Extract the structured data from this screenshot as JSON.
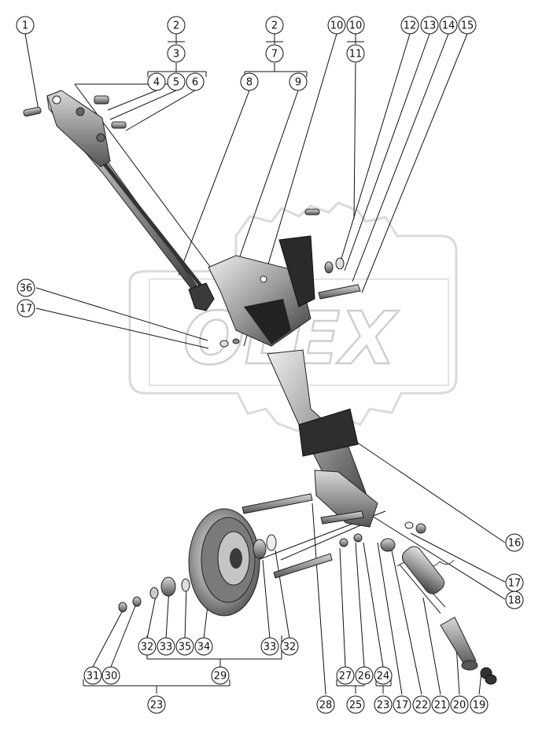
{
  "diagram": {
    "watermark_text": "OLEX",
    "callouts": [
      {
        "id": "c1",
        "label": "1"
      },
      {
        "id": "c2a",
        "label": "2"
      },
      {
        "id": "c3",
        "label": "3"
      },
      {
        "id": "c4",
        "label": "4"
      },
      {
        "id": "c5",
        "label": "5"
      },
      {
        "id": "c6",
        "label": "6"
      },
      {
        "id": "c2b",
        "label": "2"
      },
      {
        "id": "c7",
        "label": "7"
      },
      {
        "id": "c8",
        "label": "8"
      },
      {
        "id": "c9",
        "label": "9"
      },
      {
        "id": "c10a",
        "label": "10"
      },
      {
        "id": "c10b",
        "label": "10"
      },
      {
        "id": "c11",
        "label": "11"
      },
      {
        "id": "c12",
        "label": "12"
      },
      {
        "id": "c13",
        "label": "13"
      },
      {
        "id": "c14",
        "label": "14"
      },
      {
        "id": "c15",
        "label": "15"
      },
      {
        "id": "c36",
        "label": "36"
      },
      {
        "id": "c17a",
        "label": "17"
      },
      {
        "id": "c16",
        "label": "16"
      },
      {
        "id": "c17b",
        "label": "17"
      },
      {
        "id": "c18",
        "label": "18"
      },
      {
        "id": "c32a",
        "label": "32"
      },
      {
        "id": "c33a",
        "label": "33"
      },
      {
        "id": "c35",
        "label": "35"
      },
      {
        "id": "c34",
        "label": "34"
      },
      {
        "id": "c33b",
        "label": "33"
      },
      {
        "id": "c32b",
        "label": "32"
      },
      {
        "id": "c29",
        "label": "29"
      },
      {
        "id": "c31",
        "label": "31"
      },
      {
        "id": "c30",
        "label": "30"
      },
      {
        "id": "c23a",
        "label": "23"
      },
      {
        "id": "c28",
        "label": "28"
      },
      {
        "id": "c27",
        "label": "27"
      },
      {
        "id": "c26",
        "label": "26"
      },
      {
        "id": "c24",
        "label": "24"
      },
      {
        "id": "c25",
        "label": "25"
      },
      {
        "id": "c23b",
        "label": "23"
      },
      {
        "id": "c17c",
        "label": "17"
      },
      {
        "id": "c22",
        "label": "22"
      },
      {
        "id": "c21",
        "label": "21"
      },
      {
        "id": "c20",
        "label": "20"
      },
      {
        "id": "c19",
        "label": "19"
      }
    ]
  }
}
